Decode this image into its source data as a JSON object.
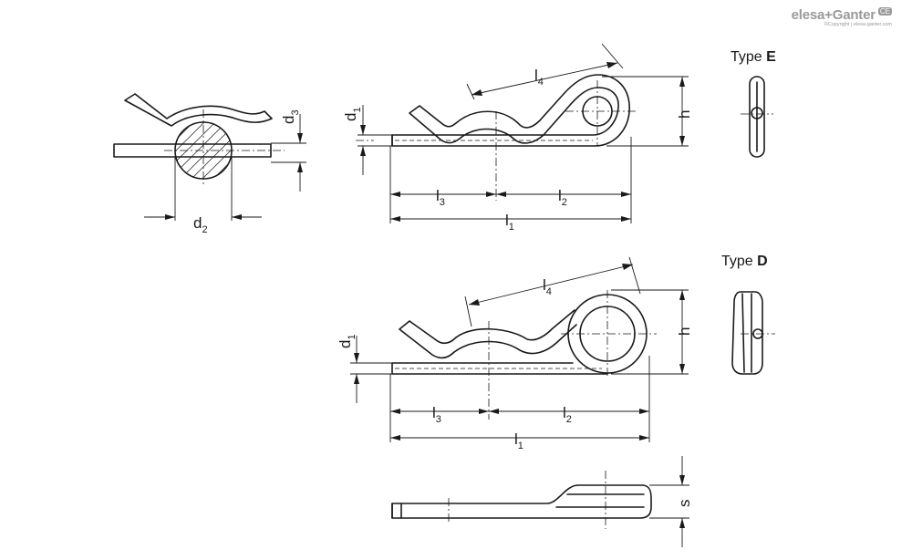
{
  "brand": {
    "logo": "elesa+Ganter",
    "badge": "CE",
    "copyright": "©Copyright | elesa-ganter.com"
  },
  "views": {
    "type_e": {
      "label": "Type ",
      "code": "E"
    },
    "type_d": {
      "label": "Type ",
      "code": "D"
    }
  },
  "dimensions": {
    "d1": {
      "base": "d",
      "sub": "1"
    },
    "d2": {
      "base": "d",
      "sub": "2"
    },
    "d3": {
      "base": "d",
      "sub": "3"
    },
    "l1": {
      "base": "l",
      "sub": "1"
    },
    "l2": {
      "base": "l",
      "sub": "2"
    },
    "l3": {
      "base": "l",
      "sub": "3"
    },
    "l4": {
      "base": "l",
      "sub": "4"
    },
    "h": {
      "base": "h",
      "sub": ""
    },
    "s": {
      "base": "s",
      "sub": ""
    }
  }
}
